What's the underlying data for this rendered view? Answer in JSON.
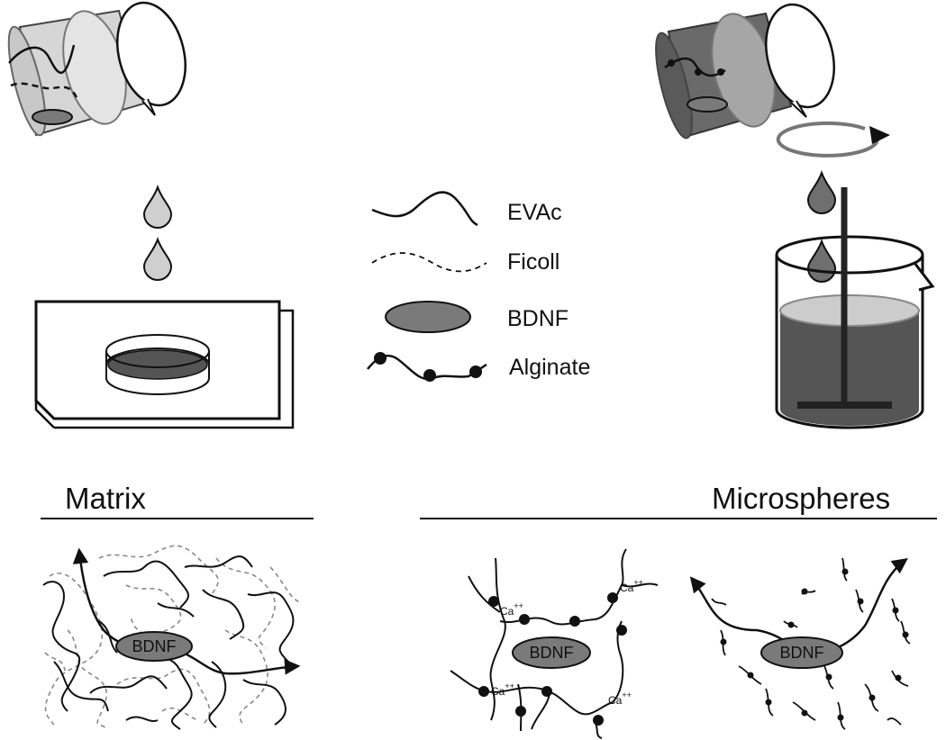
{
  "legend": {
    "evac": "EVAc",
    "ficoll": "Ficoll",
    "bdnf": "BDNF",
    "alginate": "Alginate"
  },
  "sections": {
    "matrix": "Matrix",
    "microspheres": "Microspheres"
  },
  "bdnf_label": "BDNF",
  "ion_label": "Ca",
  "ion_charge": "++",
  "colors": {
    "ink": "#111111",
    "bdnf_fill": "#7a7a7a",
    "solution_dark": "#555555",
    "solution_light": "#c8c8c8",
    "drop_light": "#cfcfcf",
    "drop_dark": "#6f6f6f"
  }
}
